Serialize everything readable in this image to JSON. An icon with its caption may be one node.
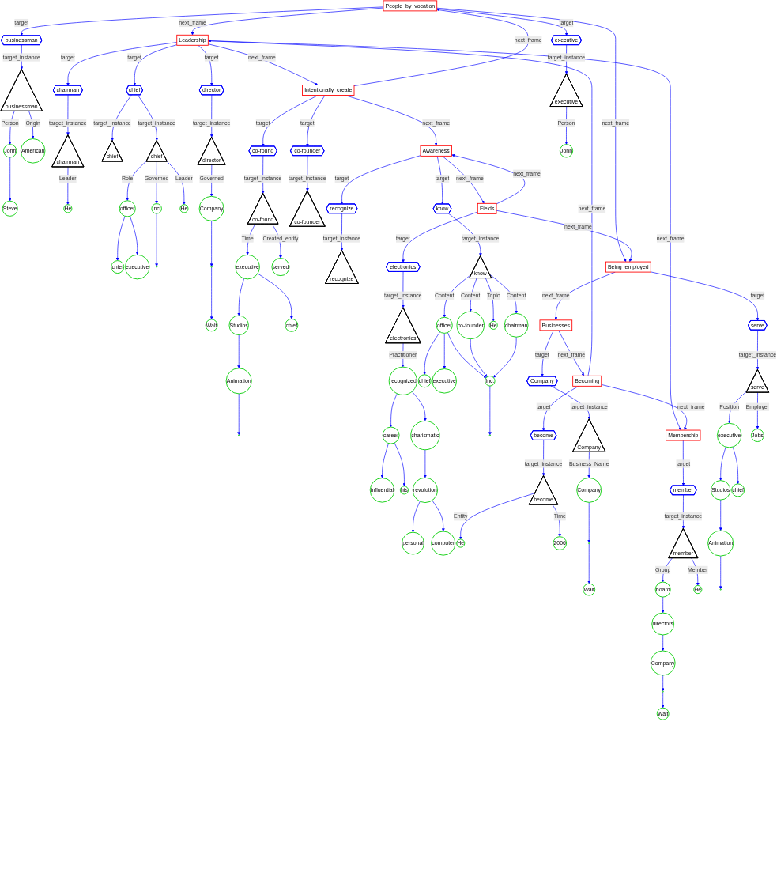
{
  "diagram": {
    "nodes": [
      {
        "text": [
          "People_by_vocation"
        ]
      },
      {
        "text": [
          "businessman"
        ]
      },
      {
        "text": [
          "Leadership"
        ]
      },
      {
        "text": [
          "executive"
        ]
      },
      {
        "text": [
          "businessman"
        ]
      },
      {
        "text": [
          "chairman"
        ]
      },
      {
        "text": [
          "chief"
        ]
      },
      {
        "text": [
          "director"
        ]
      },
      {
        "text": [
          "Intentionally_create"
        ]
      },
      {
        "text": [
          "executive"
        ]
      },
      {
        "text": [
          "John"
        ]
      },
      {
        "text": [
          "American"
        ]
      },
      {
        "text": [
          "chairman"
        ]
      },
      {
        "text": [
          "chief"
        ]
      },
      {
        "text": [
          "chief"
        ]
      },
      {
        "text": [
          "director"
        ]
      },
      {
        "text": [
          "co-found"
        ]
      },
      {
        "text": [
          "co-founder"
        ]
      },
      {
        "text": [
          "Awareness"
        ]
      },
      {
        "text": [
          "John"
        ]
      },
      {
        "text": [
          "Steve"
        ]
      },
      {
        "text": [
          "He"
        ]
      },
      {
        "text": [
          "officer"
        ]
      },
      {
        "text": [
          "Inc."
        ]
      },
      {
        "text": [
          "He"
        ]
      },
      {
        "text": [
          "Company"
        ]
      },
      {
        "text": [
          "co-found"
        ]
      },
      {
        "text": [
          "co-founder"
        ]
      },
      {
        "text": [
          "recognize"
        ]
      },
      {
        "text": [
          "Fields"
        ]
      },
      {
        "text": [
          "know"
        ]
      },
      {
        "text": [
          "chief"
        ]
      },
      {
        "text": [
          "executive"
        ]
      },
      {
        "text": [],
        "shape": "circle"
      },
      {
        "text": [],
        "shape": "circle"
      },
      {
        "text": [
          "executive"
        ]
      },
      {
        "text": [
          "served"
        ]
      },
      {
        "text": [
          "recognize"
        ]
      },
      {
        "text": [
          "electronics"
        ]
      },
      {
        "text": [
          "know"
        ]
      },
      {
        "text": [
          "Being_employed"
        ]
      },
      {
        "text": [
          "Walt"
        ]
      },
      {
        "text": [
          "Studios"
        ]
      },
      {
        "text": [
          "chief"
        ]
      },
      {
        "text": [
          "electronics"
        ]
      },
      {
        "text": [
          "officer"
        ]
      },
      {
        "text": [
          "co-founder"
        ]
      },
      {
        "text": [
          "He"
        ]
      },
      {
        "text": [
          "chairman"
        ]
      },
      {
        "text": [
          "Businesses"
        ]
      },
      {
        "text": [
          "serve"
        ]
      },
      {
        "text": [
          "Animation"
        ]
      },
      {
        "text": [
          "recognized"
        ]
      },
      {
        "text": [
          "chief"
        ]
      },
      {
        "text": [
          "executive"
        ]
      },
      {
        "text": [
          "Inc."
        ]
      },
      {
        "text": [
          "Becoming"
        ]
      },
      {
        "text": [
          "Company"
        ]
      },
      {
        "text": [
          "serve"
        ]
      },
      {
        "text": [],
        "shape": "circle"
      },
      {
        "text": [
          "career"
        ]
      },
      {
        "text": [
          "charismatic"
        ]
      },
      {
        "text": [],
        "shape": "circle"
      },
      {
        "text": [
          "become"
        ]
      },
      {
        "text": [
          "Company"
        ]
      },
      {
        "text": [
          "Membership"
        ]
      },
      {
        "text": [
          "executive"
        ]
      },
      {
        "text": [
          "Jobs"
        ]
      },
      {
        "text": [
          "influential"
        ]
      },
      {
        "text": [
          "his"
        ]
      },
      {
        "text": [
          "revolution"
        ]
      },
      {
        "text": [
          "become"
        ]
      },
      {
        "text": [
          "Company"
        ]
      },
      {
        "text": [
          "member"
        ]
      },
      {
        "text": [
          "Studios"
        ]
      },
      {
        "text": [
          "chief"
        ]
      },
      {
        "text": [
          "personal"
        ]
      },
      {
        "text": [
          "computer"
        ]
      },
      {
        "text": [
          "He"
        ]
      },
      {
        "text": [
          "2006"
        ]
      },
      {
        "text": [],
        "shape": "circle"
      },
      {
        "text": [
          "member"
        ]
      },
      {
        "text": [
          "Animation"
        ]
      },
      {
        "text": [
          "Walt"
        ]
      },
      {
        "text": [
          "board"
        ]
      },
      {
        "text": [
          "He"
        ]
      },
      {
        "text": [],
        "shape": "circle"
      },
      {
        "text": [
          "directors"
        ]
      },
      {
        "text": [
          "Company"
        ]
      },
      {
        "text": [],
        "shape": "circle"
      },
      {
        "text": [
          "Walt"
        ]
      }
    ],
    "edges": [
      {
        "from": 0,
        "to": 1,
        "arrow": "to",
        "label": "target"
      },
      {
        "from": 0,
        "to": 2,
        "arrow": "to",
        "label": "next_frame"
      },
      {
        "from": 8,
        "to": 0,
        "arrow": "to",
        "label": "next_frame"
      },
      {
        "from": 0,
        "to": 3,
        "arrow": "to",
        "label": "target"
      },
      {
        "from": 0,
        "to": 40,
        "arrow": "to",
        "label": "next_frame"
      },
      {
        "from": 2,
        "to": 5,
        "arrow": "to",
        "label": "target"
      },
      {
        "from": 2,
        "to": 6,
        "arrow": "to",
        "label": "target"
      },
      {
        "from": 2,
        "to": 7,
        "arrow": "to",
        "label": "target"
      },
      {
        "from": 2,
        "to": 8,
        "arrow": "to",
        "label": "next_frame"
      },
      {
        "from": 56,
        "to": 2,
        "arrow": "to",
        "label": "next_frame"
      },
      {
        "from": 2,
        "to": 65,
        "arrow": "to",
        "label": "next_frame"
      },
      {
        "from": 8,
        "to": 16,
        "arrow": "to",
        "label": "target"
      },
      {
        "from": 8,
        "to": 17,
        "arrow": "to",
        "label": "target"
      },
      {
        "from": 8,
        "to": 18,
        "arrow": "to",
        "label": "next_frame"
      },
      {
        "from": 18,
        "to": 28,
        "arrow": "to",
        "label": "target"
      },
      {
        "from": 18,
        "to": 29,
        "arrow": "to",
        "label": "next_frame"
      },
      {
        "from": 29,
        "to": 18,
        "arrow": "to",
        "label": "next_frame"
      },
      {
        "from": 18,
        "to": 30,
        "arrow": "to",
        "label": "target"
      },
      {
        "from": 29,
        "to": 38,
        "arrow": "to",
        "label": "target"
      },
      {
        "from": 29,
        "to": 40,
        "arrow": "to",
        "label": "next_frame"
      },
      {
        "from": 40,
        "to": 49,
        "arrow": "to",
        "label": "next_frame"
      },
      {
        "from": 40,
        "to": 50,
        "arrow": "to",
        "label": "target"
      },
      {
        "from": 49,
        "to": 56,
        "arrow": "to",
        "label": "next_frame"
      },
      {
        "from": 49,
        "to": 57,
        "arrow": "to",
        "label": "target"
      },
      {
        "from": 56,
        "to": 63,
        "arrow": "to",
        "label": "target"
      },
      {
        "from": 56,
        "to": 65,
        "arrow": "to",
        "label": "next_frame"
      },
      {
        "from": 65,
        "to": 73,
        "arrow": "to",
        "label": "target"
      },
      {
        "from": 1,
        "to": 4,
        "arrow": "to",
        "label": "target_instance"
      },
      {
        "from": 5,
        "to": 12,
        "arrow": "to",
        "label": "target_instance"
      },
      {
        "from": 6,
        "to": 13,
        "arrow": "to",
        "label": "target_instance"
      },
      {
        "from": 6,
        "to": 14,
        "arrow": "to",
        "label": "target_instance"
      },
      {
        "from": 7,
        "to": 15,
        "arrow": "to",
        "label": "target_instance"
      },
      {
        "from": 16,
        "to": 26,
        "arrow": "to",
        "label": "target_instance"
      },
      {
        "from": 17,
        "to": 27,
        "arrow": "to",
        "label": "target_instance"
      },
      {
        "from": 28,
        "to": 37,
        "arrow": "to",
        "label": "target_instance"
      },
      {
        "from": 30,
        "to": 39,
        "arrow": "to",
        "label": "target_instance"
      },
      {
        "from": 38,
        "to": 44,
        "arrow": "to",
        "label": "target_instance"
      },
      {
        "from": 3,
        "to": 9,
        "arrow": "to",
        "label": "target_instance"
      },
      {
        "from": 50,
        "to": 58,
        "arrow": "to",
        "label": "target_instance"
      },
      {
        "from": 57,
        "to": 64,
        "arrow": "to",
        "label": "target_instance"
      },
      {
        "from": 63,
        "to": 71,
        "arrow": "to",
        "label": "target_instance"
      },
      {
        "from": 73,
        "to": 81,
        "arrow": "to",
        "label": "target_instance"
      },
      {
        "from": 4,
        "to": 10,
        "arrow": "to",
        "label": "Person"
      },
      {
        "from": 4,
        "to": 11,
        "arrow": "to",
        "label": "Origin"
      },
      {
        "from": 10,
        "to": 20,
        "arrow": "to"
      },
      {
        "from": 12,
        "to": 21,
        "arrow": "to",
        "label": "Leader"
      },
      {
        "from": 14,
        "to": 22,
        "arrow": "to",
        "label": "Role"
      },
      {
        "from": 14,
        "to": 23,
        "arrow": "to",
        "label": "Governed"
      },
      {
        "from": 14,
        "to": 24,
        "arrow": "to",
        "label": "Leader"
      },
      {
        "from": 22,
        "to": 31,
        "arrow": "to"
      },
      {
        "from": 22,
        "to": 32,
        "arrow": "to"
      },
      {
        "from": 23,
        "to": 33,
        "arrow": "to"
      },
      {
        "from": 15,
        "to": 25,
        "arrow": "to",
        "label": "Governed"
      },
      {
        "from": 25,
        "to": 34,
        "arrow": "to"
      },
      {
        "from": 34,
        "to": 41,
        "arrow": "to"
      },
      {
        "from": 26,
        "to": 35,
        "arrow": "to",
        "label": "Time"
      },
      {
        "from": 26,
        "to": 36,
        "arrow": "to",
        "label": "Created_entity"
      },
      {
        "from": 35,
        "to": 42,
        "arrow": "to"
      },
      {
        "from": 35,
        "to": 43,
        "arrow": "to"
      },
      {
        "from": 42,
        "to": 51,
        "arrow": "to"
      },
      {
        "from": 51,
        "to": 59,
        "arrow": "to"
      },
      {
        "from": 44,
        "to": 52,
        "arrow": "to",
        "label": "Practitioner"
      },
      {
        "from": 52,
        "to": 60,
        "arrow": "to"
      },
      {
        "from": 52,
        "to": 61,
        "arrow": "to"
      },
      {
        "from": 60,
        "to": 68,
        "arrow": "to"
      },
      {
        "from": 60,
        "to": 69,
        "arrow": "to"
      },
      {
        "from": 61,
        "to": 70,
        "arrow": "to"
      },
      {
        "from": 70,
        "to": 76,
        "arrow": "to"
      },
      {
        "from": 70,
        "to": 77,
        "arrow": "to"
      },
      {
        "from": 39,
        "to": 45,
        "arrow": "to",
        "label": "Content"
      },
      {
        "from": 39,
        "to": 46,
        "arrow": "to",
        "label": "Content"
      },
      {
        "from": 39,
        "to": 47,
        "arrow": "to",
        "label": "Topic"
      },
      {
        "from": 39,
        "to": 48,
        "arrow": "to",
        "label": "Content"
      },
      {
        "from": 45,
        "to": 53,
        "arrow": "to"
      },
      {
        "from": 45,
        "to": 54,
        "arrow": "to"
      },
      {
        "from": 45,
        "to": 55,
        "arrow": "to"
      },
      {
        "from": 46,
        "to": 55,
        "arrow": "to"
      },
      {
        "from": 48,
        "to": 55,
        "arrow": "to"
      },
      {
        "from": 55,
        "to": 62,
        "arrow": "to"
      },
      {
        "from": 9,
        "to": 19,
        "arrow": "to",
        "label": "Person"
      },
      {
        "from": 58,
        "to": 66,
        "arrow": "to",
        "label": "Position"
      },
      {
        "from": 58,
        "to": 67,
        "arrow": "to",
        "label": "Employer"
      },
      {
        "from": 66,
        "to": 74,
        "arrow": "to"
      },
      {
        "from": 66,
        "to": 75,
        "arrow": "to"
      },
      {
        "from": 74,
        "to": 82,
        "arrow": "to"
      },
      {
        "from": 82,
        "to": 86,
        "arrow": "to"
      },
      {
        "from": 64,
        "to": 72,
        "arrow": "to",
        "label": "Business_Name"
      },
      {
        "from": 72,
        "to": 80,
        "arrow": "to"
      },
      {
        "from": 80,
        "to": 83,
        "arrow": "to"
      },
      {
        "from": 71,
        "to": 78,
        "arrow": "to",
        "label": "Entity"
      },
      {
        "from": 71,
        "to": 79,
        "arrow": "to",
        "label": "Time"
      },
      {
        "from": 81,
        "to": 84,
        "arrow": "to",
        "label": "Group"
      },
      {
        "from": 81,
        "to": 85,
        "arrow": "to",
        "label": "Member"
      },
      {
        "from": 84,
        "to": 87,
        "arrow": "to"
      },
      {
        "from": 87,
        "to": 88,
        "arrow": "to"
      },
      {
        "from": 88,
        "to": 89,
        "arrow": "to"
      },
      {
        "from": 89,
        "to": 90,
        "arrow": "to"
      }
    ]
  }
}
